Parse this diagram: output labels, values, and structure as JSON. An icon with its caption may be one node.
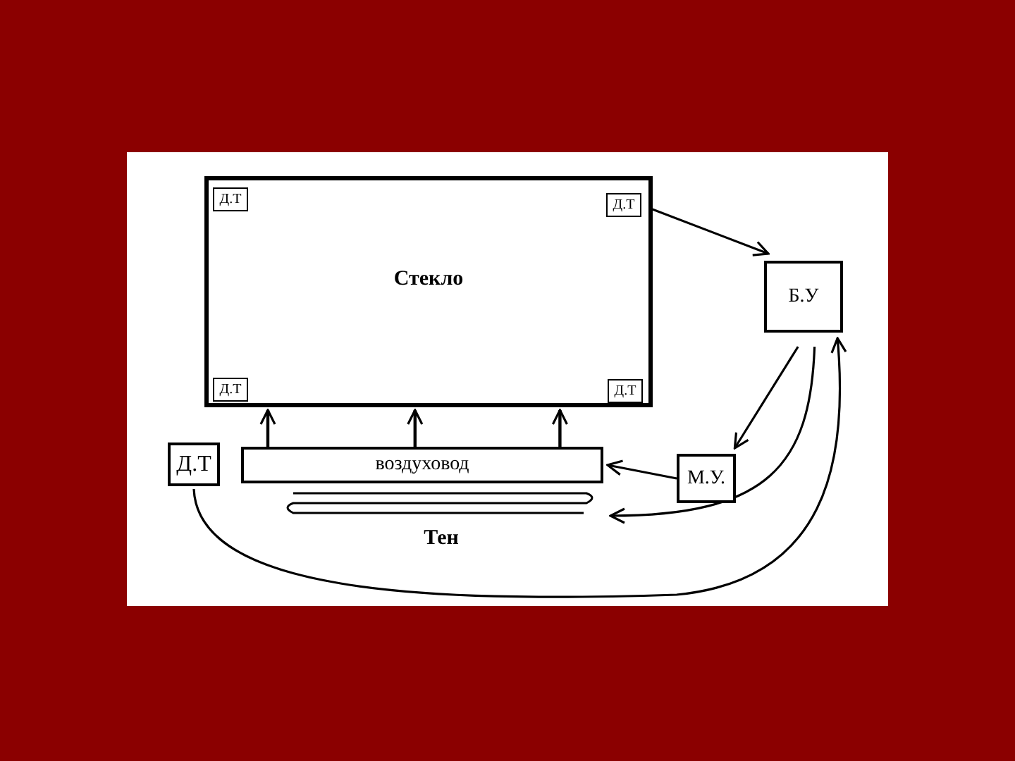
{
  "diagram": {
    "nodes": [
      {
        "text": [
          "Стекло"
        ]
      },
      {
        "text": [
          "Д.Т"
        ],
        "in": 0
      },
      {
        "text": [
          "Д.Т"
        ],
        "in": 0
      },
      {
        "text": [
          "Д.Т"
        ],
        "in": 0
      },
      {
        "text": [
          "Д.Т"
        ],
        "in": 0
      },
      {
        "text": [
          "Б.У"
        ]
      },
      {
        "text": [
          "Д.Т"
        ]
      },
      {
        "text": [
          "воздуховод"
        ]
      },
      {
        "text": [
          "М.У."
        ]
      },
      {
        "text": [
          "Тен"
        ]
      }
    ],
    "edges": [
      {
        "from": 2,
        "to": 5,
        "arrow": "to"
      },
      {
        "from": 5,
        "to": 8,
        "arrow": "to"
      },
      {
        "from": 5,
        "to": 9,
        "arrow": "to"
      },
      {
        "from": 6,
        "to": 5,
        "arrow": "to"
      },
      {
        "from": 8,
        "to": 7,
        "arrow": "to"
      },
      {
        "from": 7,
        "to": 0,
        "arrow": "to"
      },
      {
        "from": 7,
        "to": 0,
        "arrow": "to"
      },
      {
        "from": 7,
        "to": 0,
        "arrow": "to"
      }
    ]
  }
}
